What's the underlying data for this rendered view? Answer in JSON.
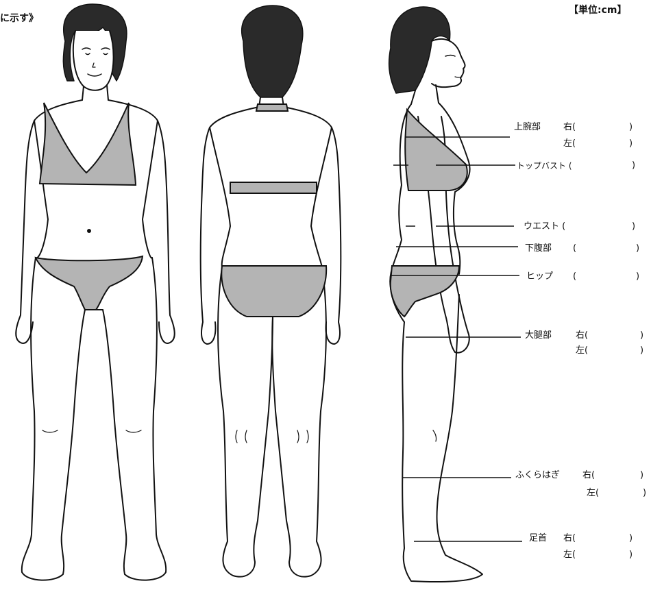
{
  "header": {
    "left_note": "に示す》",
    "unit": "【単位:cm】"
  },
  "measures": {
    "upper_arm": {
      "label": "上腕部",
      "right": "右(",
      "left": "左(",
      "close_r": ")",
      "close_l": ")"
    },
    "top_bust": {
      "label": "トップバスト (",
      "close": ")"
    },
    "waist": {
      "label": "ウエスト (",
      "close": ")"
    },
    "lower_abdomen": {
      "label": "下腹部",
      "open": "(",
      "close": ")"
    },
    "hip": {
      "label": "ヒップ",
      "open": "(",
      "close": ")"
    },
    "thigh": {
      "label": "大腿部",
      "right": "右(",
      "left": "左(",
      "close_r": ")",
      "close_l": ")"
    },
    "calf": {
      "label": "ふくらはぎ",
      "right": "右(",
      "left": "左(",
      "close_r": ")",
      "close_l": ")"
    },
    "ankle": {
      "label": "足首",
      "right": "右(",
      "left": "左(",
      "close_r": ")",
      "close_l": ")"
    }
  },
  "colors": {
    "swimsuit": "#b4b4b4",
    "outline": "#111111",
    "hair": "#2a2a2a"
  }
}
